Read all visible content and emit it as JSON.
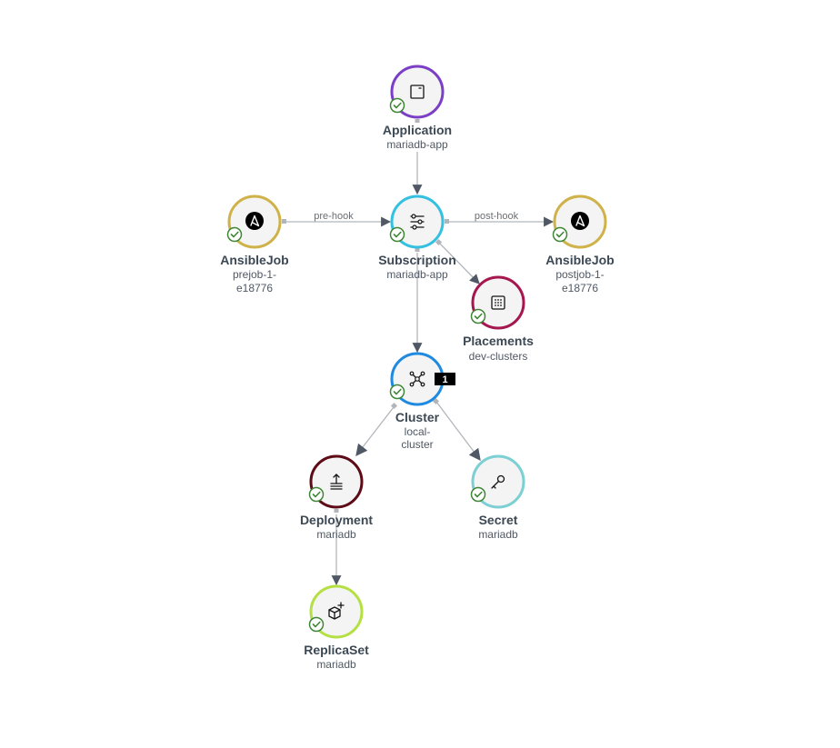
{
  "colors": {
    "application": "#7b3fc7",
    "subscription": "#34c0e0",
    "ansiblejob": "#cfb24a",
    "placements": "#a6164f",
    "cluster": "#1f8ae0",
    "deployment": "#5d0b17",
    "secret": "#7ccfd3",
    "replicaset": "#b5e043",
    "status_ok": "#3e8635",
    "edge": "#b2b6bb",
    "arrowhead": "#4f5864"
  },
  "nodes": {
    "application": {
      "type": "Application",
      "name_lines": [
        "mariadb-app"
      ],
      "icon": "application-icon",
      "status": "ok"
    },
    "subscription": {
      "type": "Subscription",
      "name_lines": [
        "mariadb-app"
      ],
      "icon": "subscription-icon",
      "status": "ok"
    },
    "prejob": {
      "type": "AnsibleJob",
      "name_lines": [
        "prejob-1-",
        "e18776"
      ],
      "icon": "ansible-icon",
      "status": "ok"
    },
    "postjob": {
      "type": "AnsibleJob",
      "name_lines": [
        "postjob-1-",
        "e18776"
      ],
      "icon": "ansible-icon",
      "status": "ok"
    },
    "placements": {
      "type": "Placements",
      "name_lines": [
        "dev-clusters"
      ],
      "icon": "placements-icon",
      "status": "ok"
    },
    "cluster": {
      "type": "Cluster",
      "name_lines": [
        "local-",
        "cluster"
      ],
      "icon": "cluster-icon",
      "status": "ok",
      "badge": "1"
    },
    "deployment": {
      "type": "Deployment",
      "name_lines": [
        "mariadb"
      ],
      "icon": "deployment-icon",
      "status": "ok"
    },
    "secret": {
      "type": "Secret",
      "name_lines": [
        "mariadb"
      ],
      "icon": "secret-icon",
      "status": "ok"
    },
    "replicaset": {
      "type": "ReplicaSet",
      "name_lines": [
        "mariadb"
      ],
      "icon": "replicaset-icon",
      "status": "ok"
    }
  },
  "edges": {
    "pre_hook": {
      "label": "pre-hook"
    },
    "post_hook": {
      "label": "post-hook"
    }
  }
}
